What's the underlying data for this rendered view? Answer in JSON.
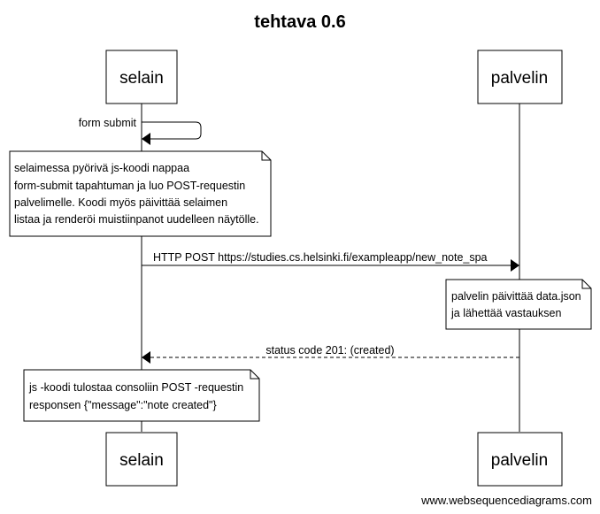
{
  "diagram": {
    "title": "tehtava 0.6",
    "participants": {
      "browser": "selain",
      "server": "palvelin"
    },
    "messages": {
      "form_submit": "form submit",
      "http_post": "HTTP POST https://studies.cs.helsinki.fi/exampleapp/new_note_spa",
      "status": "status code 201: (created)"
    },
    "notes": {
      "browser_note": [
        "selaimessa pyörivä js-koodi nappaa",
        "form-submit tapahtuman ja luo POST-requestin",
        "palvelimelle. Koodi myös päivittää selaimen",
        "listaa ja renderöi muistiinpanot uudelleen näytölle."
      ],
      "server_note": [
        "palvelin päivittää data.json",
        "ja lähettää vastauksen"
      ],
      "response_note": [
        "js -koodi tulostaa consoliin POST -requestin",
        "responsen {\"message\":\"note created\"}"
      ]
    },
    "footer": "www.websequencediagrams.com"
  }
}
